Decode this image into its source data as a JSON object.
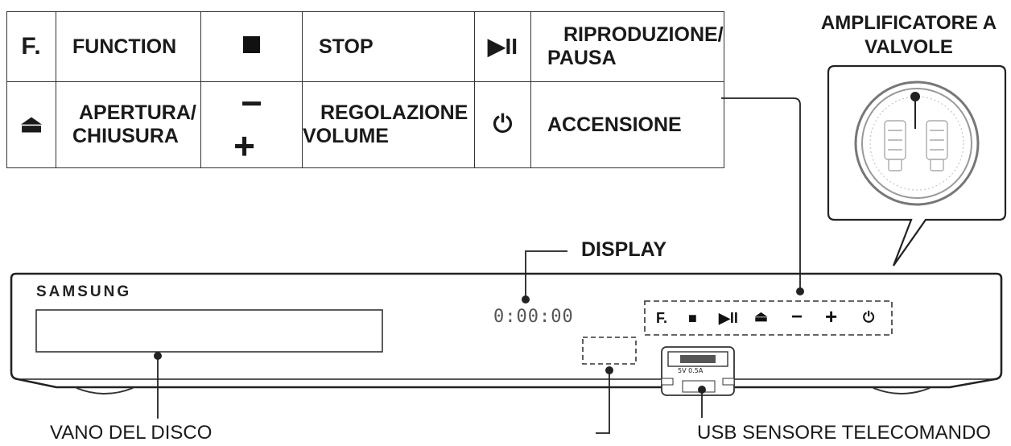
{
  "legend": {
    "row1": {
      "f_symbol": "F.",
      "function_label": "FUNCTION",
      "stop_label": "STOP",
      "play_symbol": "▶II",
      "play_label_line1": "RIPRODUZIONE/",
      "play_label_line2": "PAUSA"
    },
    "row2": {
      "eject_symbol": "⏏",
      "eject_label_line1": "APERTURA/",
      "eject_label_line2": "CHIUSURA",
      "volume_symbol": "− +",
      "volume_label_line1": "REGOLAZIONE",
      "volume_label_line2": "VOLUME",
      "power_symbol": "⏻",
      "power_label": "ACCENSIONE"
    }
  },
  "callouts": {
    "amplifier_line1": "AMPLIFICATORE A",
    "amplifier_line2": "VALVOLE",
    "display": "DISPLAY",
    "disc_tray": "VANO DEL DISCO",
    "usb_remote": "USB SENSORE TELECOMANDO"
  },
  "device": {
    "brand": "SAMSUNG",
    "clock": "0:00:00",
    "usb_port_text": "5V 0.5A",
    "control_panel": [
      "F.",
      "■",
      "▶II",
      "⏏",
      "−",
      "+",
      "⏻"
    ]
  },
  "icons": {
    "function": "function-icon",
    "stop": "stop-icon",
    "play_pause": "play-pause-icon",
    "eject": "eject-icon",
    "volume": "volume-icon",
    "power": "power-icon"
  }
}
